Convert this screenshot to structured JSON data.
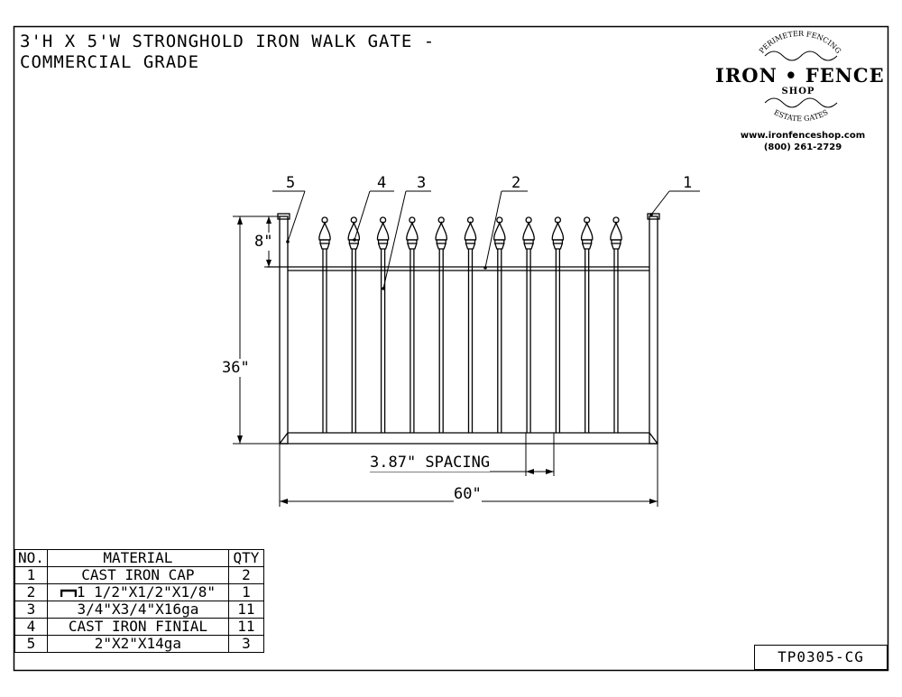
{
  "title": {
    "line1": "3'H X 5'W STRONGHOLD IRON WALK GATE -",
    "line2": "COMMERCIAL GRADE"
  },
  "logo": {
    "arc_top": "PERIMETER FENCING",
    "brand": "IRON • FENCE",
    "shop": "SHOP",
    "arc_bottom": "ESTATE GATES",
    "website": "www.ironfenceshop.com",
    "phone": "(800) 261-2729"
  },
  "callouts": {
    "c1": "1",
    "c2": "2",
    "c3": "3",
    "c4": "4",
    "c5": "5"
  },
  "dimensions": {
    "finial_height": "8\"",
    "gate_height": "36\"",
    "spacing": "3.87\" SPACING",
    "gate_width": "60\""
  },
  "bom": {
    "headers": {
      "no": "NO.",
      "material": "MATERIAL",
      "qty": "QTY"
    },
    "rows": [
      {
        "no": "1",
        "material": "CAST IRON CAP",
        "qty": "2"
      },
      {
        "no": "2",
        "material": "1 1/2\"X1/2\"X1/8\"",
        "qty": "1",
        "icon": "channel-icon"
      },
      {
        "no": "3",
        "material": "3/4\"X3/4\"X16ga",
        "qty": "11"
      },
      {
        "no": "4",
        "material": "CAST IRON FINIAL",
        "qty": "11"
      },
      {
        "no": "5",
        "material": "2\"X2\"X14ga",
        "qty": "3"
      }
    ]
  },
  "drawing_number": "TP0305-CG"
}
